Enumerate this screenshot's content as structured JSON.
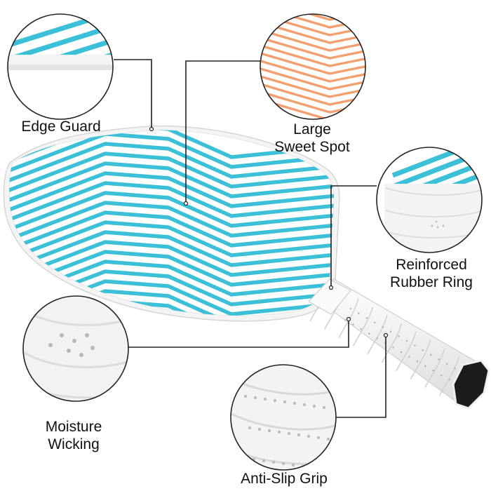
{
  "features": {
    "edge_guard": {
      "lines": [
        "Edge Guard"
      ],
      "icon": "edge-guard-detail"
    },
    "sweet_spot": {
      "lines": [
        "Large",
        "Sweet Spot"
      ],
      "icon": "sweet-spot-detail"
    },
    "rubber_ring": {
      "lines": [
        "Reinforced",
        "Rubber Ring"
      ],
      "icon": "rubber-ring-detail"
    },
    "moisture_wicking": {
      "lines": [
        "Moisture",
        "Wicking"
      ],
      "icon": "moisture-wicking-detail"
    },
    "anti_slip": {
      "lines": [
        "Anti-Slip Grip"
      ],
      "icon": "anti-slip-grip-detail"
    }
  },
  "colors": {
    "paddle_face": "#ffffff",
    "paddle_stripe": "#3cc0d8",
    "sweet_spot_stripe": "#f2a070",
    "grip": "#f2f2f2",
    "grip_cap": "#1c1c1c",
    "callout_line": "#222222",
    "circle_border": "#222222"
  }
}
